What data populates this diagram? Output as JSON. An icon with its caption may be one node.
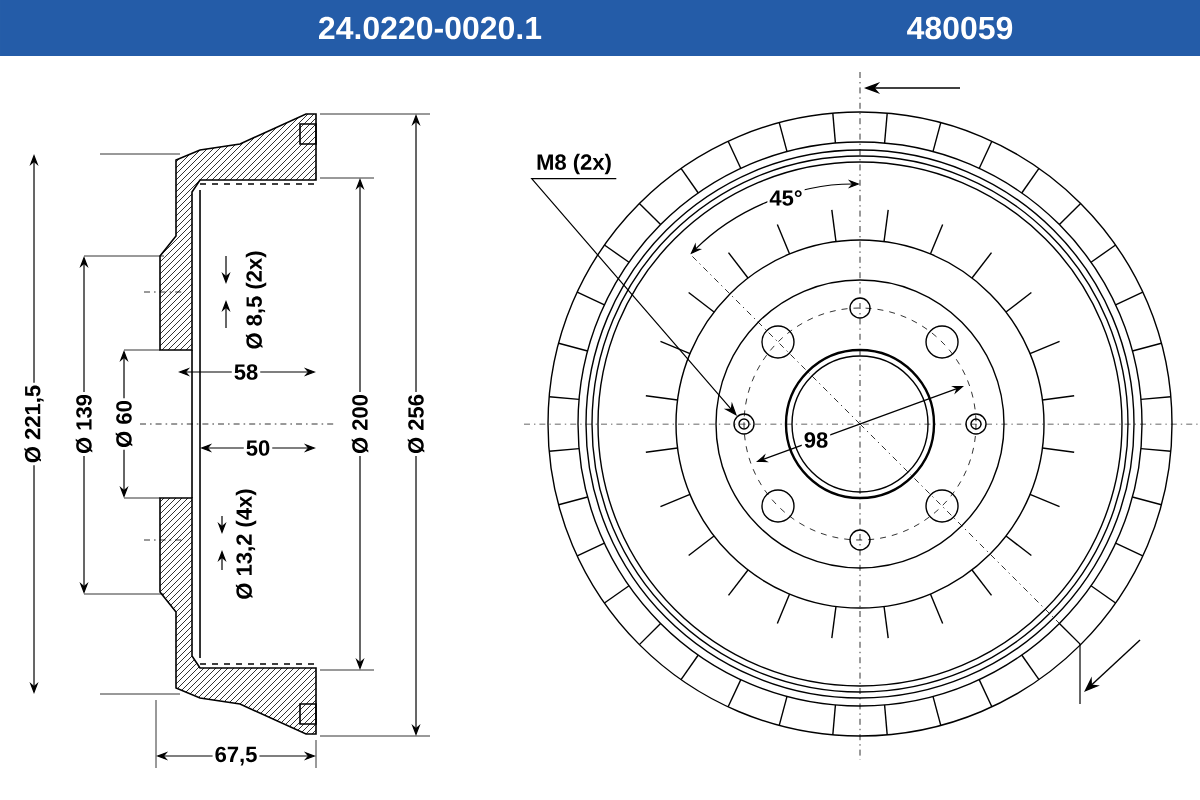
{
  "diagram": {
    "nodes": [
      {
        "text": [
          "M8 (2x)"
        ]
      },
      {
        "text": [],
        "shape": "circle"
      }
    ],
    "edges": [
      {
        "from": 0,
        "to": 1,
        "arrow": "to"
      }
    ],
    "labels": [
      "24.0220-0020.1",
      "480059",
      "Ø 221,5",
      "Ø 139",
      "Ø 60",
      "Ø 8,5 (2x)",
      "58",
      "50",
      "Ø 13,2 (4x)",
      "Ø 200",
      "Ø 256",
      "67,5",
      "45°",
      "98"
    ]
  }
}
